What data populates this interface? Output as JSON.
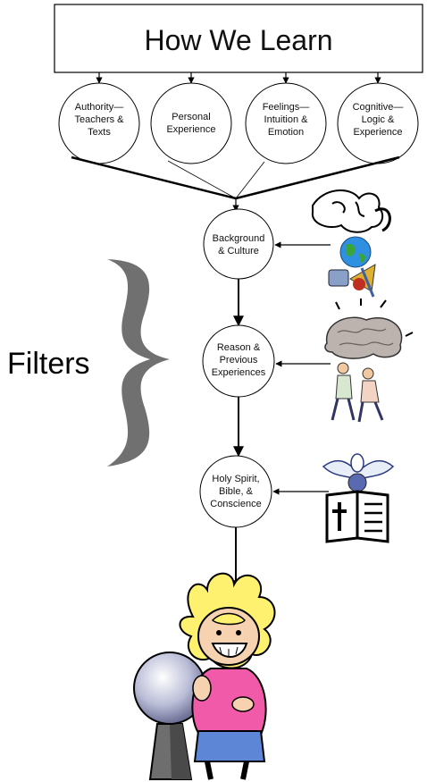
{
  "title": "How We Learn",
  "sources": [
    {
      "lines": [
        "Authority—",
        "Teachers &",
        "Texts"
      ]
    },
    {
      "lines": [
        "Personal",
        "Experience"
      ]
    },
    {
      "lines": [
        "Feelings—",
        "Intuition &",
        "Emotion"
      ]
    },
    {
      "lines": [
        "Cognitive—",
        "Logic &",
        "Experience"
      ]
    }
  ],
  "filters_label": "Filters",
  "filters": [
    {
      "lines": [
        "Background",
        "& Culture"
      ],
      "image_icon": "world-culture-icon"
    },
    {
      "lines": [
        "Reason &",
        "Previous",
        "Experiences"
      ],
      "image_icon": "brain-people-icon"
    },
    {
      "lines": [
        "Holy Spirit,",
        "Bible, &",
        "Conscience"
      ],
      "image_icon": "dove-bible-icon"
    }
  ],
  "learner_icon": "child-with-crystal-ball-icon",
  "colors": {
    "line": "#000000",
    "brace": "#6e6e6e",
    "node_fill": "#ffffff"
  }
}
